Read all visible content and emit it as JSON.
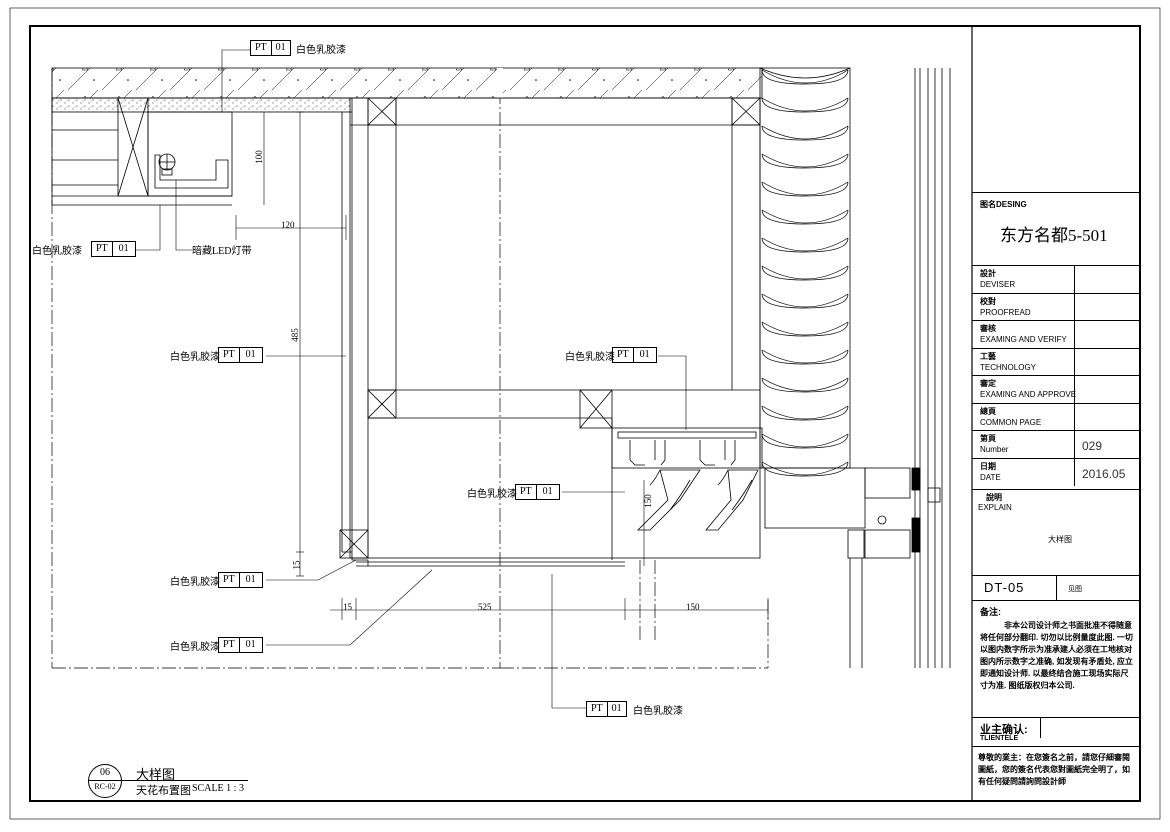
{
  "labels": {
    "pt": "PT",
    "num": "01",
    "paint": "白色乳胶漆",
    "led": "暗藏LED灯带"
  },
  "dims": {
    "d100": "100",
    "d120": "120",
    "d485": "485",
    "d150v": "150",
    "d15v": "15",
    "d15h": "15",
    "d525": "525",
    "d150h": "150"
  },
  "footer": {
    "circle_num": "06",
    "circle_ref": "RC-02",
    "title": "大样图",
    "subtitle": "天花布置图",
    "scale": "SCALE 1 : 3"
  },
  "title_block": {
    "name_label": "图名DESING",
    "project": "东方名都5-501",
    "rows": [
      {
        "cn": "設計",
        "en": "DEVISER",
        "value": ""
      },
      {
        "cn": "校對",
        "en": "PROOFREAD",
        "value": ""
      },
      {
        "cn": "審核",
        "en": "EXAMING AND VERIFY",
        "value": ""
      },
      {
        "cn": "工藝",
        "en": "TECHNOLOGY",
        "value": ""
      },
      {
        "cn": "審定",
        "en": "EXAMING AND APPROVE",
        "value": ""
      },
      {
        "cn": "總頁",
        "en": "COMMON PAGE",
        "value": ""
      },
      {
        "cn": "第頁",
        "en": "Number",
        "value": "029"
      },
      {
        "cn": "日期",
        "en": "DATE",
        "value": "2016.05"
      }
    ],
    "explain_cn": "說明",
    "explain_en": "EXPLAIN",
    "explain_value": "大样图",
    "drawing_no": "DT-05",
    "drawing_note": "见图",
    "notes_title": "备注:",
    "notes_text": "非本公司设计师之书面批准不得随意将任何部分翻印. 切勿以比例量度此图. 一切以图内数字所示为准承建人必须在工地核对图内所示数字之准确, 如发现有矛盾处, 应立即通知设计师. 以最终结合施工现场实际尺寸为准. 图纸版权归本公司.",
    "owner_cn": "业主确认:",
    "owner_en": "TLIENTELE",
    "owner_note": "尊敬的業主：在您簽名之前，請您仔細審閱圖紙，您的簽名代表您對圖紙完全明了，如有任何疑問請詢問設計師"
  }
}
